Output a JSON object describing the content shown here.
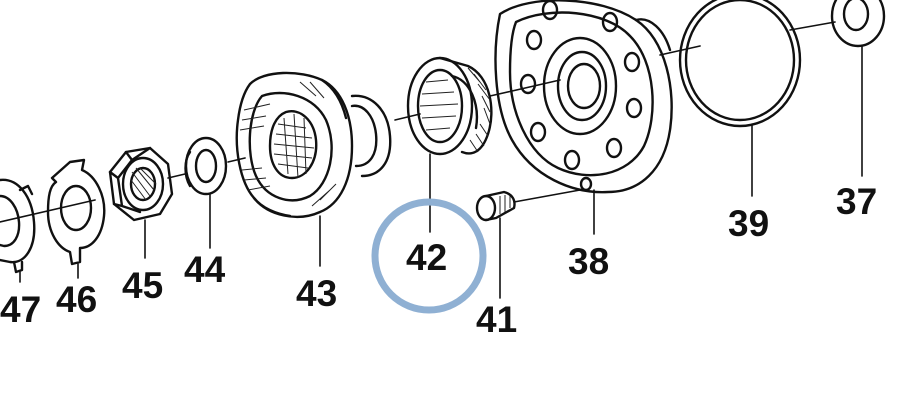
{
  "diagram": {
    "highlight_color": "#8fb0d3",
    "line_color": "#111111",
    "highlighted_part": "42",
    "parts": [
      {
        "id": "p47",
        "label": "47"
      },
      {
        "id": "p46",
        "label": "46"
      },
      {
        "id": "p45",
        "label": "45"
      },
      {
        "id": "p44",
        "label": "44"
      },
      {
        "id": "p43",
        "label": "43"
      },
      {
        "id": "p42",
        "label": "42"
      },
      {
        "id": "p41",
        "label": "41"
      },
      {
        "id": "p38",
        "label": "38"
      },
      {
        "id": "p39",
        "label": "39"
      },
      {
        "id": "p37",
        "label": "37"
      }
    ]
  }
}
